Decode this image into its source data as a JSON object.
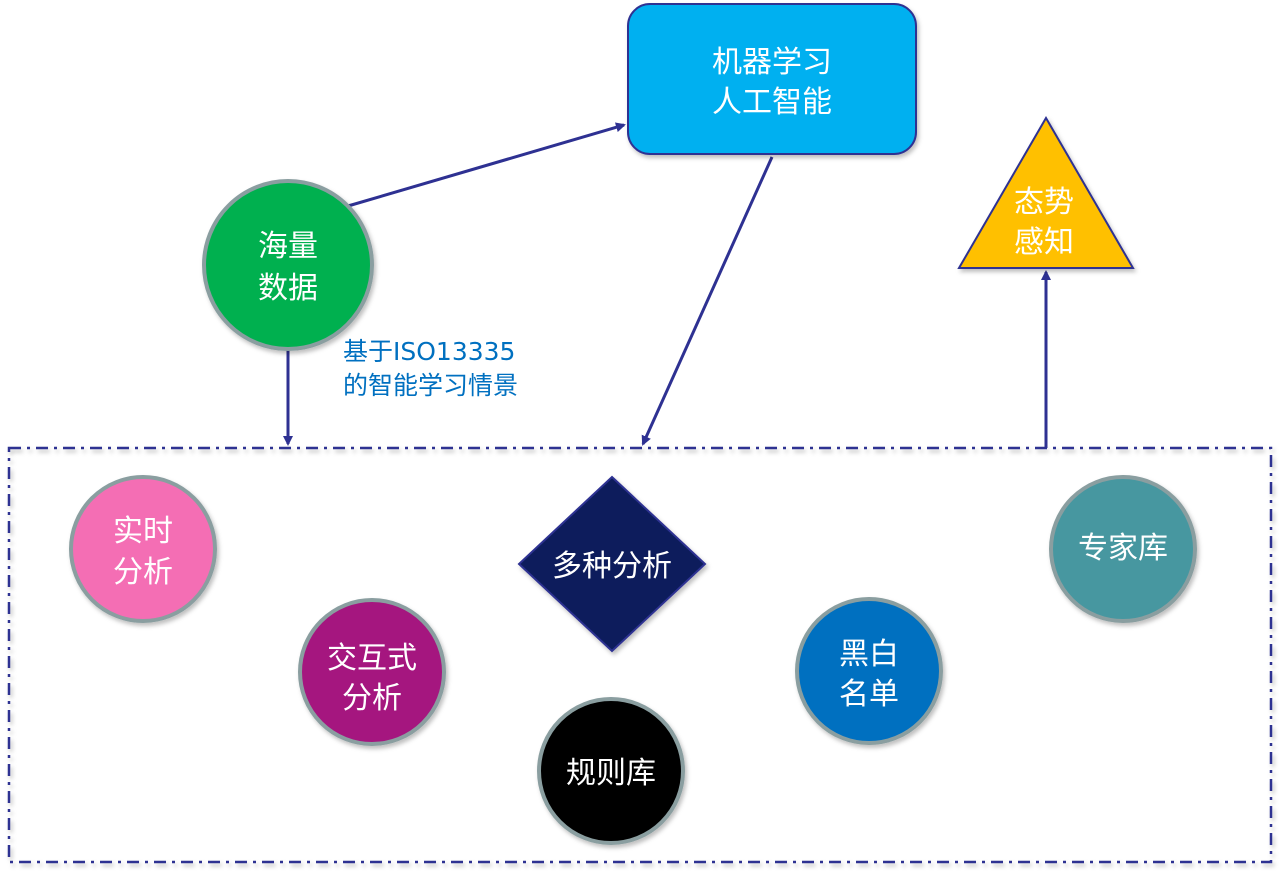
{
  "diagram": {
    "top_box": {
      "lines": [
        "机器学习",
        "人工智能"
      ],
      "fill": "#00b0f0",
      "stroke": "#2e3192"
    },
    "data_node": {
      "lines": [
        "海量",
        "数据"
      ],
      "fill": "#00b050",
      "stroke": "#8a9ea0"
    },
    "awareness_node": {
      "lines": [
        "态势",
        "感知"
      ],
      "fill": "#ffc000",
      "stroke": "#2e3192"
    },
    "caption": {
      "lines": [
        "基于ISO13335",
        "的智能学习情景"
      ],
      "color": "#0070c0"
    },
    "container": {
      "stroke": "#2e3192",
      "style": "dash-dot"
    },
    "inner_nodes": {
      "realtime": {
        "lines": [
          "实时",
          "分析"
        ],
        "fill": "#f46eb4",
        "shape": "circle"
      },
      "interactive": {
        "lines": [
          "交互式",
          "分析"
        ],
        "fill": "#a5197f",
        "shape": "circle"
      },
      "multi": {
        "lines": [
          "多种分析"
        ],
        "fill": "#0a1f5c",
        "shape": "diamond"
      },
      "rules": {
        "lines": [
          "规则库"
        ],
        "fill": "#000000",
        "shape": "circle"
      },
      "blackwhite": {
        "lines": [
          "黑白",
          "名单"
        ],
        "fill": "#0070c0",
        "shape": "circle"
      },
      "experts": {
        "lines": [
          "专家库"
        ],
        "fill": "#4697a0",
        "shape": "circle"
      }
    },
    "node_border": "#8a9ea0",
    "arrow_color": "#2e3192",
    "edges": [
      {
        "from": "海量数据",
        "to": "机器学习 人工智能"
      },
      {
        "from": "机器学习 人工智能",
        "to": "container"
      },
      {
        "from": "海量数据",
        "to": "container"
      },
      {
        "from": "container",
        "to": "态势感知"
      }
    ]
  }
}
